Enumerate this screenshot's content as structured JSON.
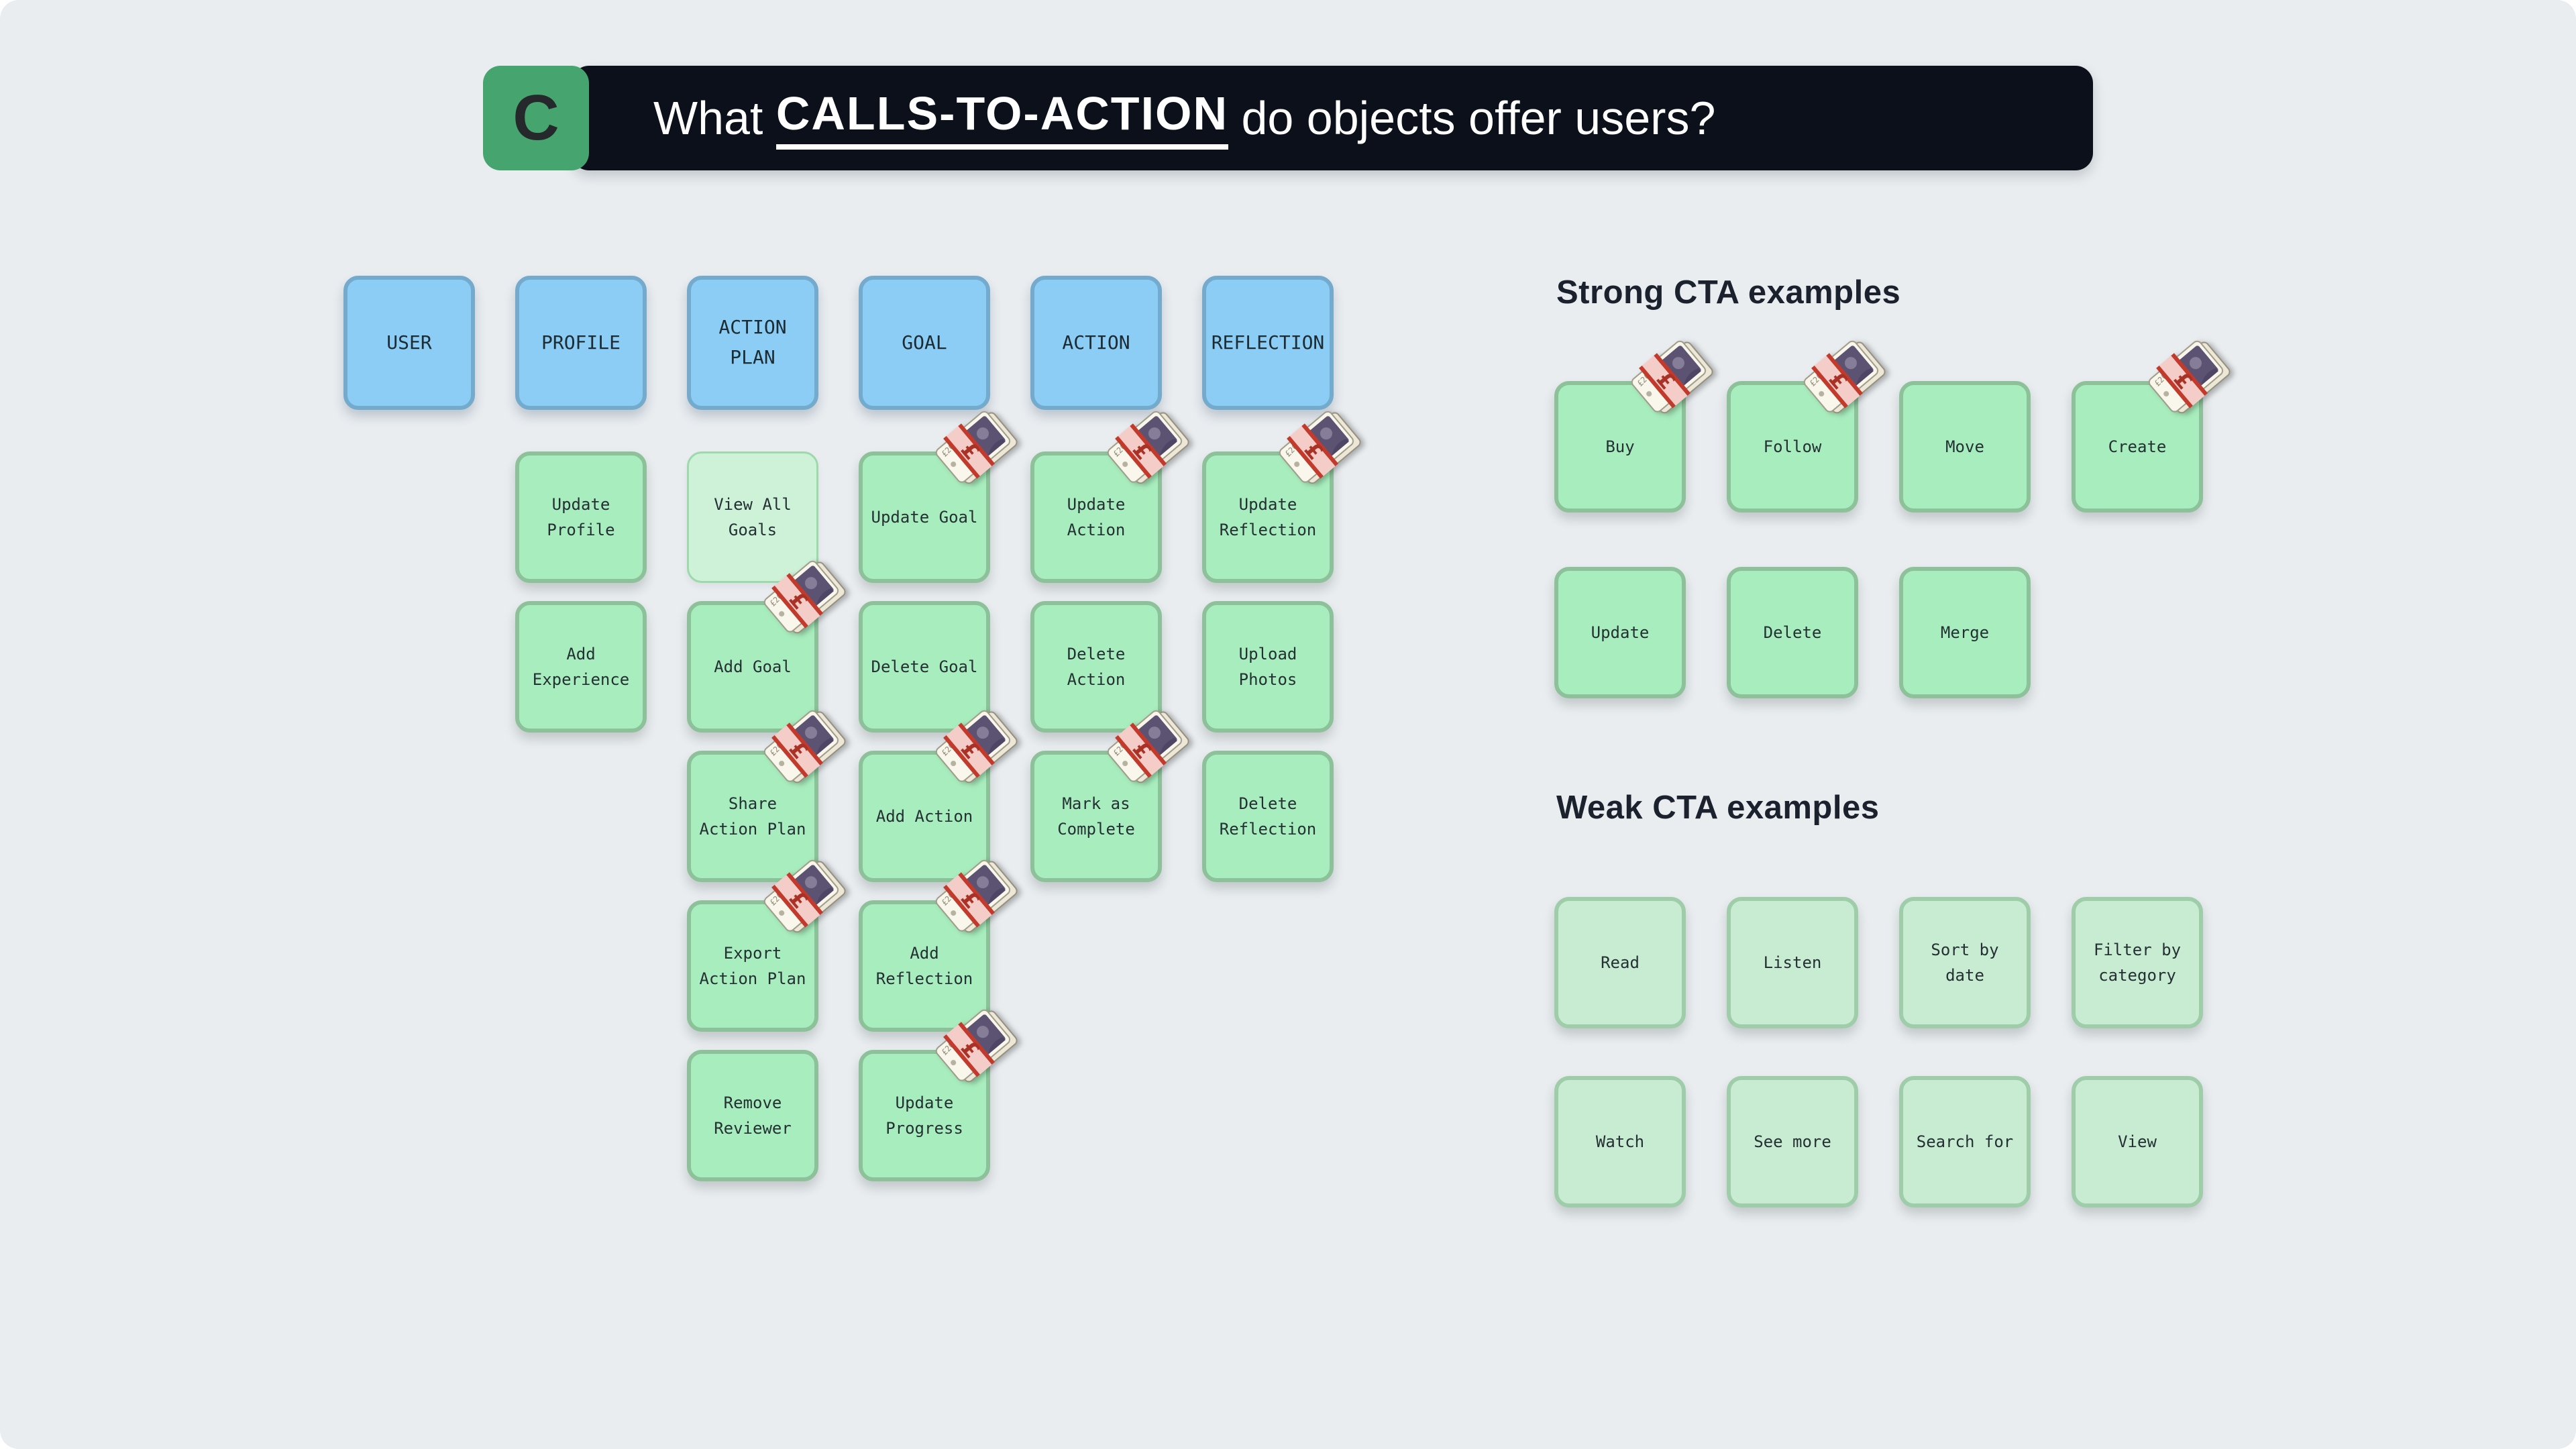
{
  "header": {
    "badge_letter": "C",
    "title_prefix": "What ",
    "title_emphasis": "CALLS-TO-ACTION",
    "title_suffix": " do objects offer users?"
  },
  "board": {
    "columns": [
      {
        "label": "USER"
      },
      {
        "label": "PROFILE"
      },
      {
        "label": "ACTION PLAN"
      },
      {
        "label": "GOAL"
      },
      {
        "label": "ACTION"
      },
      {
        "label": "REFLECTION"
      }
    ],
    "notes": [
      {
        "label": "Update Profile",
        "col": 2,
        "row": 1,
        "variant": "strong",
        "sticker": false
      },
      {
        "label": "Add Experience",
        "col": 2,
        "row": 2,
        "variant": "strong",
        "sticker": false
      },
      {
        "label": "View All Goals",
        "col": 3,
        "row": 1,
        "variant": "flat",
        "sticker": false
      },
      {
        "label": "Add Goal",
        "col": 3,
        "row": 2,
        "variant": "strong",
        "sticker": true
      },
      {
        "label": "Share Action Plan",
        "col": 3,
        "row": 3,
        "variant": "strong",
        "sticker": true
      },
      {
        "label": "Export Action Plan",
        "col": 3,
        "row": 4,
        "variant": "strong",
        "sticker": true
      },
      {
        "label": "Remove Reviewer",
        "col": 3,
        "row": 5,
        "variant": "strong",
        "sticker": false
      },
      {
        "label": "Update Goal",
        "col": 4,
        "row": 1,
        "variant": "strong",
        "sticker": true
      },
      {
        "label": "Delete Goal",
        "col": 4,
        "row": 2,
        "variant": "strong",
        "sticker": false
      },
      {
        "label": "Add Action",
        "col": 4,
        "row": 3,
        "variant": "strong",
        "sticker": true
      },
      {
        "label": "Add Reflection",
        "col": 4,
        "row": 4,
        "variant": "strong",
        "sticker": true
      },
      {
        "label": "Update Progress",
        "col": 4,
        "row": 5,
        "variant": "strong",
        "sticker": true
      },
      {
        "label": "Update Action",
        "col": 5,
        "row": 1,
        "variant": "strong",
        "sticker": true
      },
      {
        "label": "Delete Action",
        "col": 5,
        "row": 2,
        "variant": "strong",
        "sticker": false
      },
      {
        "label": "Mark as Complete",
        "col": 5,
        "row": 3,
        "variant": "strong",
        "sticker": true
      },
      {
        "label": "Update Reflection",
        "col": 6,
        "row": 1,
        "variant": "strong",
        "sticker": true
      },
      {
        "label": "Upload Photos",
        "col": 6,
        "row": 2,
        "variant": "strong",
        "sticker": false
      },
      {
        "label": "Delete Reflection",
        "col": 6,
        "row": 3,
        "variant": "strong",
        "sticker": false
      }
    ]
  },
  "strong_section": {
    "heading": "Strong CTA examples",
    "notes": [
      {
        "label": "Buy",
        "sticker": true
      },
      {
        "label": "Follow",
        "sticker": true
      },
      {
        "label": "Move",
        "sticker": false
      },
      {
        "label": "Create",
        "sticker": true
      },
      {
        "label": "Update",
        "sticker": false
      },
      {
        "label": "Delete",
        "sticker": false
      },
      {
        "label": "Merge",
        "sticker": false
      }
    ]
  },
  "weak_section": {
    "heading": "Weak CTA examples",
    "notes": [
      {
        "label": "Read",
        "sticker": false
      },
      {
        "label": "Listen",
        "sticker": false
      },
      {
        "label": "Sort by date",
        "sticker": false
      },
      {
        "label": "Filter by category",
        "sticker": false
      },
      {
        "label": "Watch",
        "sticker": false
      },
      {
        "label": "See more",
        "sticker": false
      },
      {
        "label": "Search for",
        "sticker": false
      },
      {
        "label": "View",
        "sticker": false
      }
    ]
  },
  "icons": {
    "sticker": "pound-banknotes-sticker"
  },
  "colors": {
    "canvas_bg": "#e9edf0",
    "banner_bg": "#0b101b",
    "badge_green": "#46a46f",
    "note_blue": "#8bcdf4",
    "note_blue_border": "#74aacb",
    "note_green": "#a8edbd",
    "note_green_border": "#8cc199",
    "note_pale": "#c8ecd2",
    "note_pale_border": "#9fcdaa",
    "heading_text": "#1b222e"
  }
}
